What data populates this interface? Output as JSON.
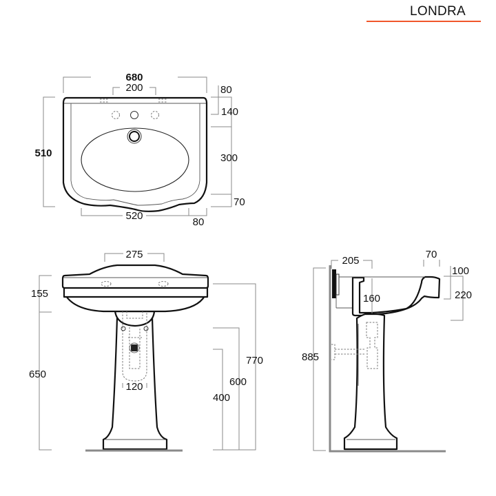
{
  "header": {
    "title": "LONDRA",
    "accent_color": "#f0562a"
  },
  "top_view": {
    "overall_width": "680",
    "tap_hole_spacing": "200",
    "overall_depth": "510",
    "right_dims": [
      "80",
      "140",
      "300",
      "70"
    ],
    "bottom_width": "520",
    "bottom_offset": "80"
  },
  "front_view": {
    "top_width": "275",
    "basin_height": "155",
    "pedestal_height": "650",
    "waste_width": "120",
    "heights": [
      "400",
      "600",
      "770"
    ]
  },
  "side_view": {
    "wall_projection": "205",
    "rim_width": "70",
    "bowl_depth": "160",
    "overall_height": "885",
    "right_dims": [
      "100",
      "220"
    ]
  }
}
